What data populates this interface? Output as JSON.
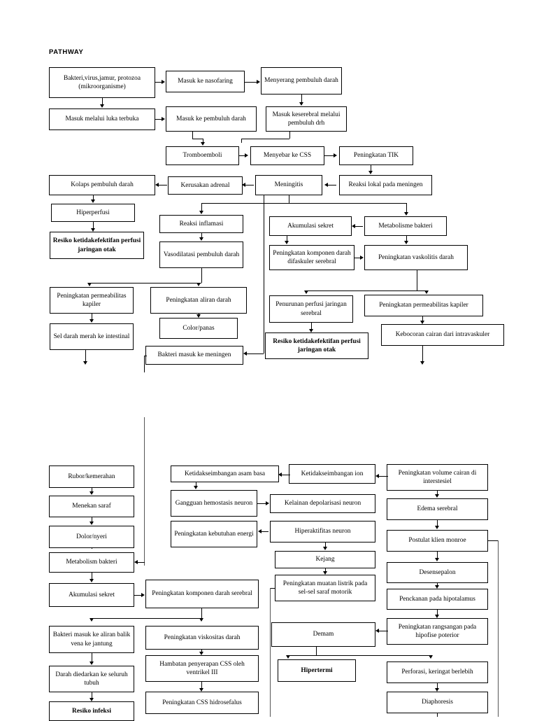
{
  "document": {
    "title": "PATHWAY",
    "type": "clinical-pathophysiology-flowchart",
    "language": "id"
  },
  "nodes": {
    "n1": {
      "label": "Bakteri,virus,jamur, protozoa (mikroorganisme)",
      "bold": false
    },
    "n2": {
      "label": "Masuk ke nasofaring",
      "bold": false
    },
    "n3": {
      "label": "Menyerang pembuluh darah",
      "bold": false
    },
    "n4": {
      "label": "Masuk melalui luka terbuka",
      "bold": false
    },
    "n5": {
      "label": "Masuk ke pembuluh darah",
      "bold": false
    },
    "n6": {
      "label": "Masuk keserebral melalui pembuluh drh",
      "bold": false
    },
    "n7": {
      "label": "Tromboemboli",
      "bold": false
    },
    "n8": {
      "label": "Menyebar ke CSS",
      "bold": false
    },
    "n9": {
      "label": "Peningkatan TIK",
      "bold": false
    },
    "n10": {
      "label": "Kolaps pembuluh darah",
      "bold": false
    },
    "n11": {
      "label": "Kerusakan adrenal",
      "bold": false
    },
    "n12": {
      "label": "Meningitis",
      "bold": false
    },
    "n13": {
      "label": "Reaksi lokal pada meningen",
      "bold": false
    },
    "n14": {
      "label": "Hiperperfusi",
      "bold": false
    },
    "n15": {
      "label": "Reaksi inflamasi",
      "bold": false
    },
    "n16": {
      "label": "Akumulasi sekret",
      "bold": false
    },
    "n17": {
      "label": "Metabolisme bakteri",
      "bold": false
    },
    "n18": {
      "label": "Resiko ketidakefektifan perfusi jaringan otak",
      "bold": true
    },
    "n19": {
      "label": "Vasodilatasi pembuluh darah",
      "bold": false
    },
    "n20": {
      "label": "Peningkatan komponen darah difaskuler serebral",
      "bold": false
    },
    "n21": {
      "label": "Peningkatan vaskolitis darah",
      "bold": false
    },
    "n22": {
      "label": "Peningkatan permeabilitas kapiler",
      "bold": false
    },
    "n23": {
      "label": "Peningkatan aliran darah",
      "bold": false
    },
    "n24": {
      "label": "Penurunan perfusi jaringan serebral",
      "bold": false
    },
    "n25": {
      "label": "Peningkatan permeabilitas kapiler",
      "bold": false
    },
    "n26": {
      "label": "Sel darah merah ke intestinal",
      "bold": false
    },
    "n27": {
      "label": "Color/panas",
      "bold": false
    },
    "n28": {
      "label": "Resiko ketidakefektifan perfusi jaringan otak",
      "bold": true
    },
    "n29": {
      "label": "Kebocoran cairan dari intravaskuler",
      "bold": false
    },
    "n30": {
      "label": "Bakteri masuk ke meningen",
      "bold": false
    },
    "m1": {
      "label": "Rubor/kemerahan",
      "bold": false
    },
    "m2": {
      "label": "Ketidakseimbangan asam basa",
      "bold": false
    },
    "m3": {
      "label": "Ketidakseimbangan ion",
      "bold": false
    },
    "m4": {
      "label": "Peningkatan volume cairan di interstesiel",
      "bold": false
    },
    "m5": {
      "label": "Menekan saraf",
      "bold": false
    },
    "m6": {
      "label": "Gangguan hemostasis neuron",
      "bold": false
    },
    "m7": {
      "label": "Kelainan depolarisasi neuron",
      "bold": false
    },
    "m8": {
      "label": "Edema serebral",
      "bold": false
    },
    "m9": {
      "label": "Dolor/nyeri",
      "bold": false
    },
    "m10": {
      "label": "Peningkatan kebutuhan energi",
      "bold": false
    },
    "m11": {
      "label": "Hiperaktifitas neuron",
      "bold": false
    },
    "m12": {
      "label": "Postulat klien monroe",
      "bold": false
    },
    "m13": {
      "label": "Metabolism bakteri",
      "bold": false
    },
    "m14": {
      "label": "Kejang",
      "bold": false
    },
    "m15": {
      "label": "Desensepalon",
      "bold": false
    },
    "m16": {
      "label": "Akumulasi sekret",
      "bold": false
    },
    "m17": {
      "label": "Peningkatan komponen darah serebral",
      "bold": false
    },
    "m18": {
      "label": "Peningkatan muatan listrik pada sel-sel saraf motorik",
      "bold": false
    },
    "m19": {
      "label": "Penckanan pada hipotalamus",
      "bold": false
    },
    "m20": {
      "label": "Bakteri masuk ke aliran balik vena ke jantung",
      "bold": false
    },
    "m21": {
      "label": "Peningkatan viskositas darah",
      "bold": false
    },
    "m22": {
      "label": "Demam",
      "bold": false
    },
    "m23": {
      "label": "Peningkatan rangsangan pada hipofise poterior",
      "bold": false
    },
    "m24": {
      "label": "Darah diedarkan ke seluruh tubuh",
      "bold": false
    },
    "m25": {
      "label": "Hambatan penyerapan CSS oleh ventrikel III",
      "bold": false
    },
    "m26": {
      "label": "Hipertermi",
      "bold": true
    },
    "m27": {
      "label": "Perforasi, keringat berlebih",
      "bold": false
    },
    "m28": {
      "label": "Resiko infeksi",
      "bold": true
    },
    "m29": {
      "label": "Peningkatan CSS hidrosefalus",
      "bold": false
    },
    "m30": {
      "label": "Diaphoresis",
      "bold": false
    }
  },
  "colors": {
    "stroke": "#000000",
    "background": "#ffffff",
    "text": "#000000"
  }
}
